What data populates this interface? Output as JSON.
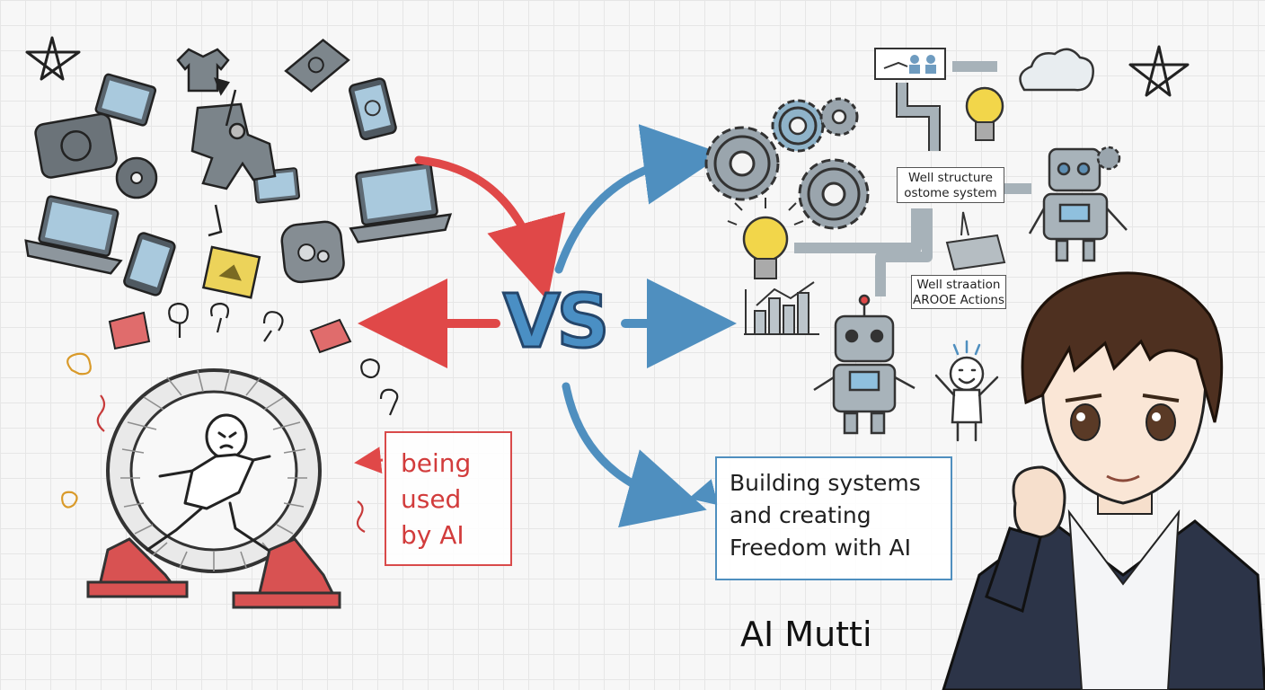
{
  "vs_label": "VS",
  "left_label": {
    "lines": [
      "being",
      "used",
      "by AI"
    ]
  },
  "right_label": {
    "lines": [
      "Building systems",
      "and creating",
      "Freedom with AI"
    ]
  },
  "system_notes": [
    {
      "lines": [
        "Well structure",
        "ostome system"
      ]
    },
    {
      "lines": [
        "Well straation",
        "AROOE Actions"
      ]
    }
  ],
  "signature": "AI Mutti",
  "colors": {
    "red_accent": "#d94a4a",
    "blue_accent": "#4f8fbf",
    "vs_fill": "#4a8fc4",
    "vs_outline": "#24466b",
    "gear": "#9aa5ad"
  },
  "icons": [
    "star-icon",
    "laptop-icon",
    "phone-icon",
    "gear-icon",
    "lightbulb-icon",
    "robot-icon",
    "cloud-icon",
    "bar-chart-icon",
    "hamster-wheel-icon",
    "person-icon"
  ]
}
